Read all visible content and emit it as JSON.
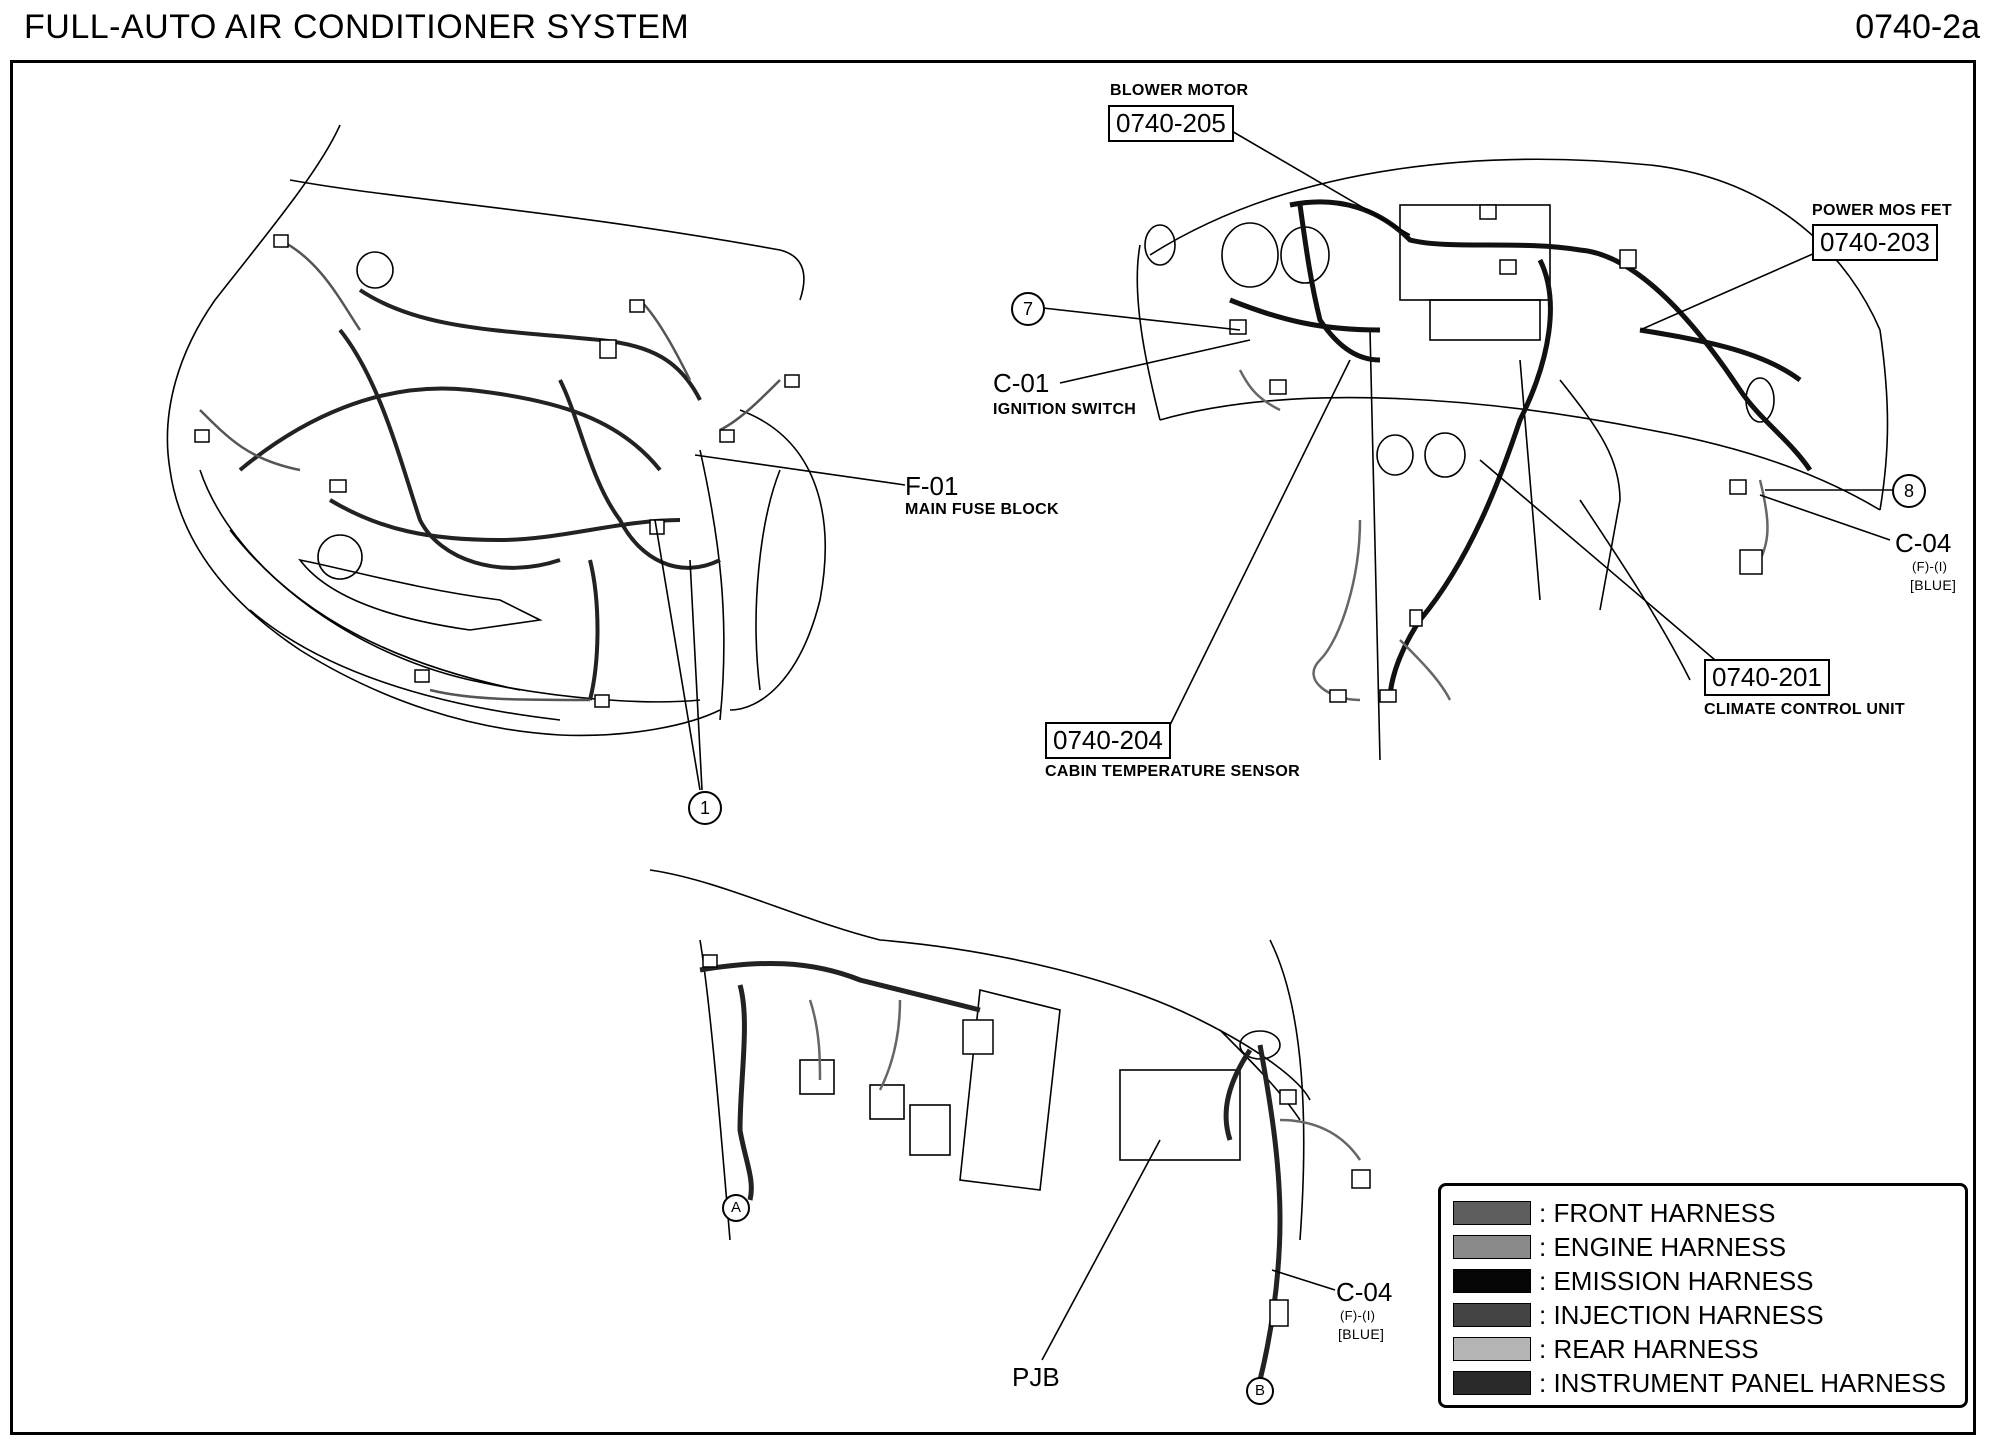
{
  "header": {
    "title": "FULL-AUTO AIR CONDITIONER SYSTEM",
    "page_number": "0740-2a"
  },
  "engine_view": {
    "callout_1": "1",
    "f01_code": "F-01",
    "f01_name": "MAIN FUSE BLOCK"
  },
  "dash_view": {
    "blower_name": "BLOWER MOTOR",
    "blower_code": "0740-205",
    "mosfet_name": "POWER MOS FET",
    "mosfet_code": "0740-203",
    "callout_7": "7",
    "c01_code": "C-01",
    "c01_name": "IGNITION SWITCH",
    "callout_8": "8",
    "c04_code": "C-04",
    "c04_sub": "(F)-(I)",
    "c04_color": "[BLUE]",
    "ccu_code": "0740-201",
    "ccu_name": "CLIMATE CONTROL UNIT",
    "cabin_code": "0740-204",
    "cabin_name": "CABIN TEMPERATURE SENSOR"
  },
  "footwell_view": {
    "callout_a": "A",
    "callout_b": "B",
    "pjb": "PJB",
    "c04_code": "C-04",
    "c04_sub": "(F)-(I)",
    "c04_color": "[BLUE]"
  },
  "legend": {
    "items": [
      {
        "label": ": FRONT HARNESS",
        "color": "#5e5e5e"
      },
      {
        "label": ": ENGINE HARNESS",
        "color": "#8a8a8a"
      },
      {
        "label": ": EMISSION HARNESS",
        "color": "#050505"
      },
      {
        "label": ": INJECTION HARNESS",
        "color": "#444444"
      },
      {
        "label": ": REAR HARNESS",
        "color": "#b4b4b4"
      },
      {
        "label": ": INSTRUMENT PANEL HARNESS",
        "color": "#2a2a2a"
      }
    ]
  }
}
